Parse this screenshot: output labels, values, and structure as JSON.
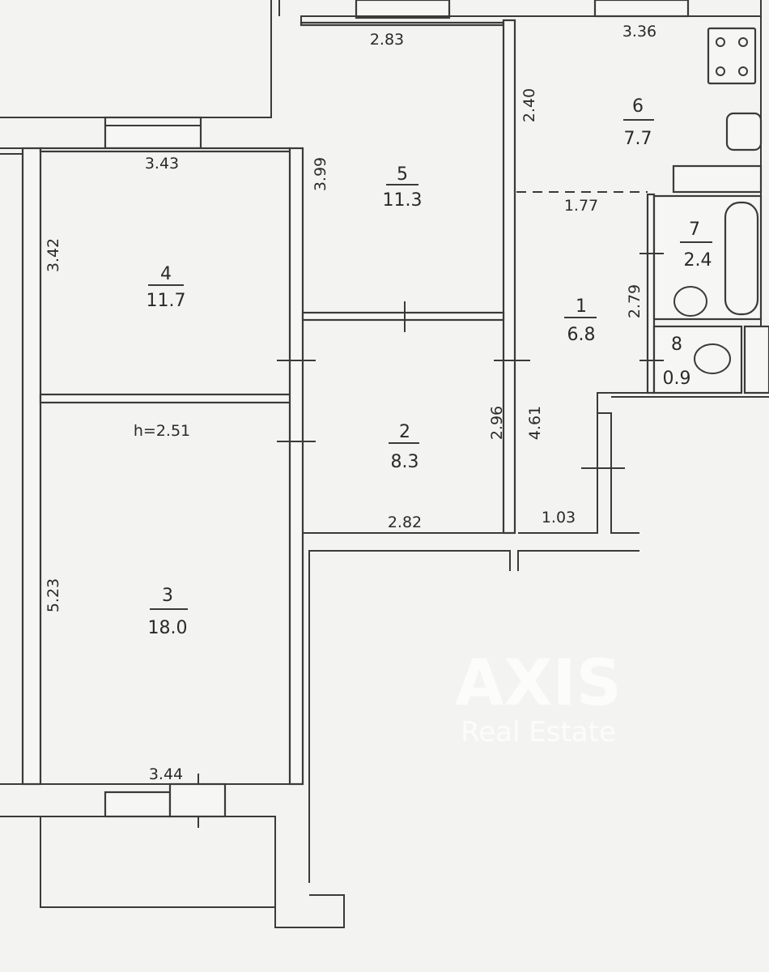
{
  "watermark": {
    "brand": "AXIS",
    "subtitle": "Real Estate"
  },
  "ceiling_height": "h=2.51",
  "rooms": [
    {
      "number": "1",
      "area": "6.8"
    },
    {
      "number": "2",
      "area": "8.3"
    },
    {
      "number": "3",
      "area": "18.0"
    },
    {
      "number": "4",
      "area": "11.7"
    },
    {
      "number": "5",
      "area": "11.3"
    },
    {
      "number": "6",
      "area": "7.7"
    },
    {
      "number": "7",
      "area": "2.4"
    },
    {
      "number": "8",
      "area": "0.9"
    }
  ],
  "dimensions": {
    "room5_width": "2.83",
    "room5_height": "3.99",
    "room6_width": "3.36",
    "room6_height": "2.40",
    "room4_width": "3.43",
    "room4_height": "3.42",
    "room3_width": "3.44",
    "room3_height": "5.23",
    "room2_width": "2.82",
    "room2_height": "2.96",
    "room1_width_top": "1.77",
    "room1_width_bottom": "1.03",
    "room1_height": "4.61",
    "bath_height": "2.79"
  }
}
